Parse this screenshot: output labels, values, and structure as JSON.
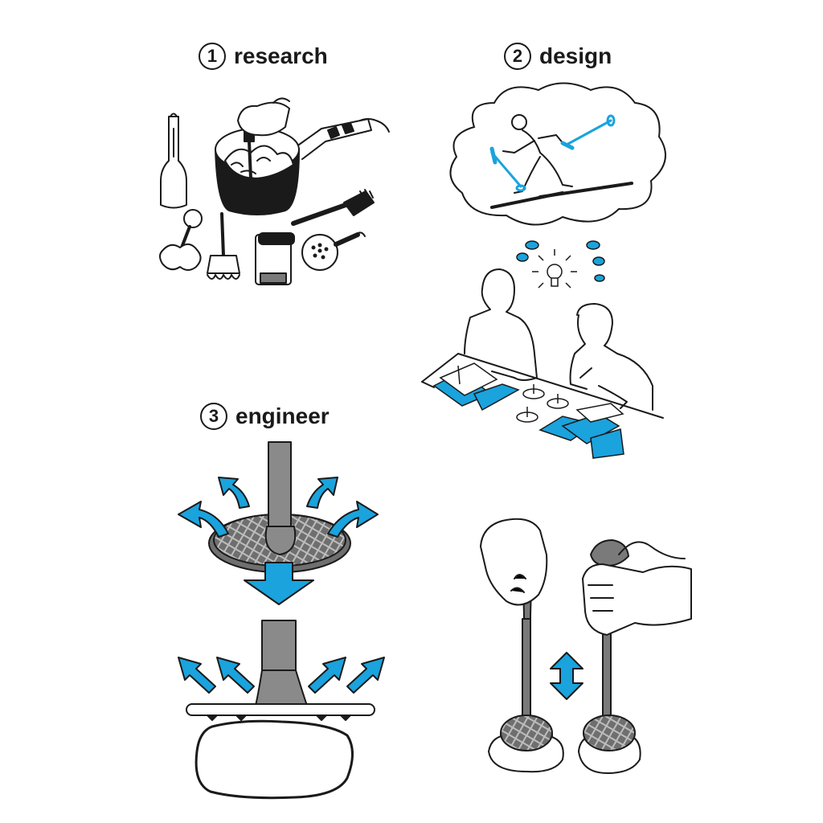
{
  "steps": [
    {
      "number": "1",
      "label": "research"
    },
    {
      "number": "2",
      "label": "design"
    },
    {
      "number": "3",
      "label": "engineer"
    }
  ],
  "colors": {
    "accent": "#1aa3dd",
    "ink": "#1a1a1a",
    "tool_gray": "#7a7a7a"
  },
  "icons": [
    "bulb-icon",
    "arrow-icon",
    "double-arrow-icon"
  ]
}
